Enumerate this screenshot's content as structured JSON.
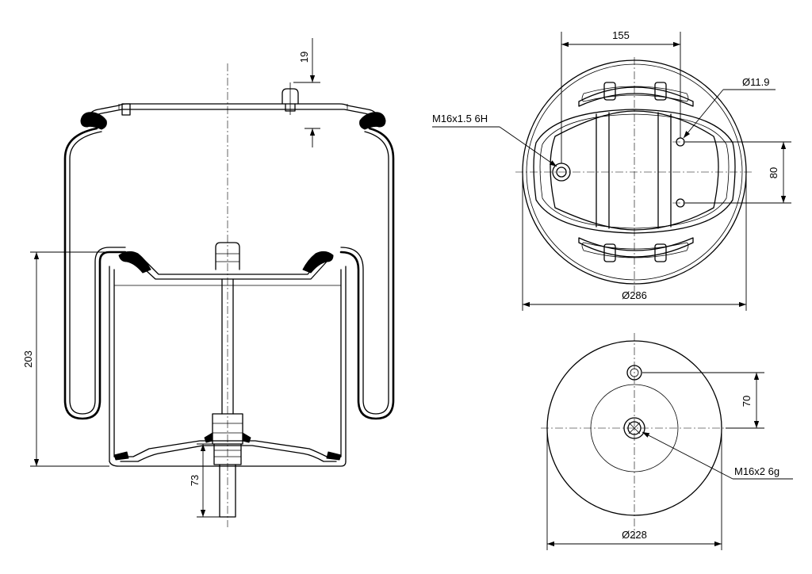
{
  "side_view": {
    "dim_top": "19",
    "dim_height": "203",
    "dim_stud": "73"
  },
  "top_view": {
    "dim_spacing": "155",
    "dim_hole": "Ø11.9",
    "dim_offset": "80",
    "dim_diameter": "Ø286",
    "callout_thread": "M16x1.5 6H"
  },
  "bottom_view": {
    "dim_offset": "70",
    "dim_diameter": "Ø228",
    "callout_thread": "M16x2 6g"
  }
}
